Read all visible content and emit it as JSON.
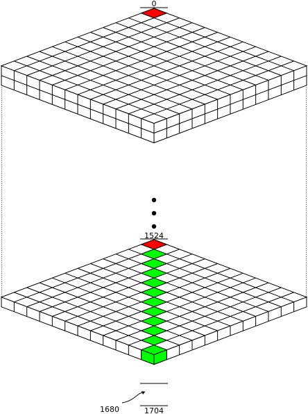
{
  "labels": {
    "top_first": "0",
    "bottom_first": "1524",
    "highlight_cell": "1680",
    "bottom_last": "1704"
  },
  "grid": {
    "cells_per_side": 12,
    "layers_top_block": 2,
    "layers_bottom_block": 1
  },
  "continuation": "vertical ellipsis (three dots)",
  "colors": {
    "cell_face": "#ffffff",
    "cell_stroke": "#000000",
    "marker_red": "#ff0000",
    "highlight_green": "#00ff00",
    "connector": "#000000"
  }
}
